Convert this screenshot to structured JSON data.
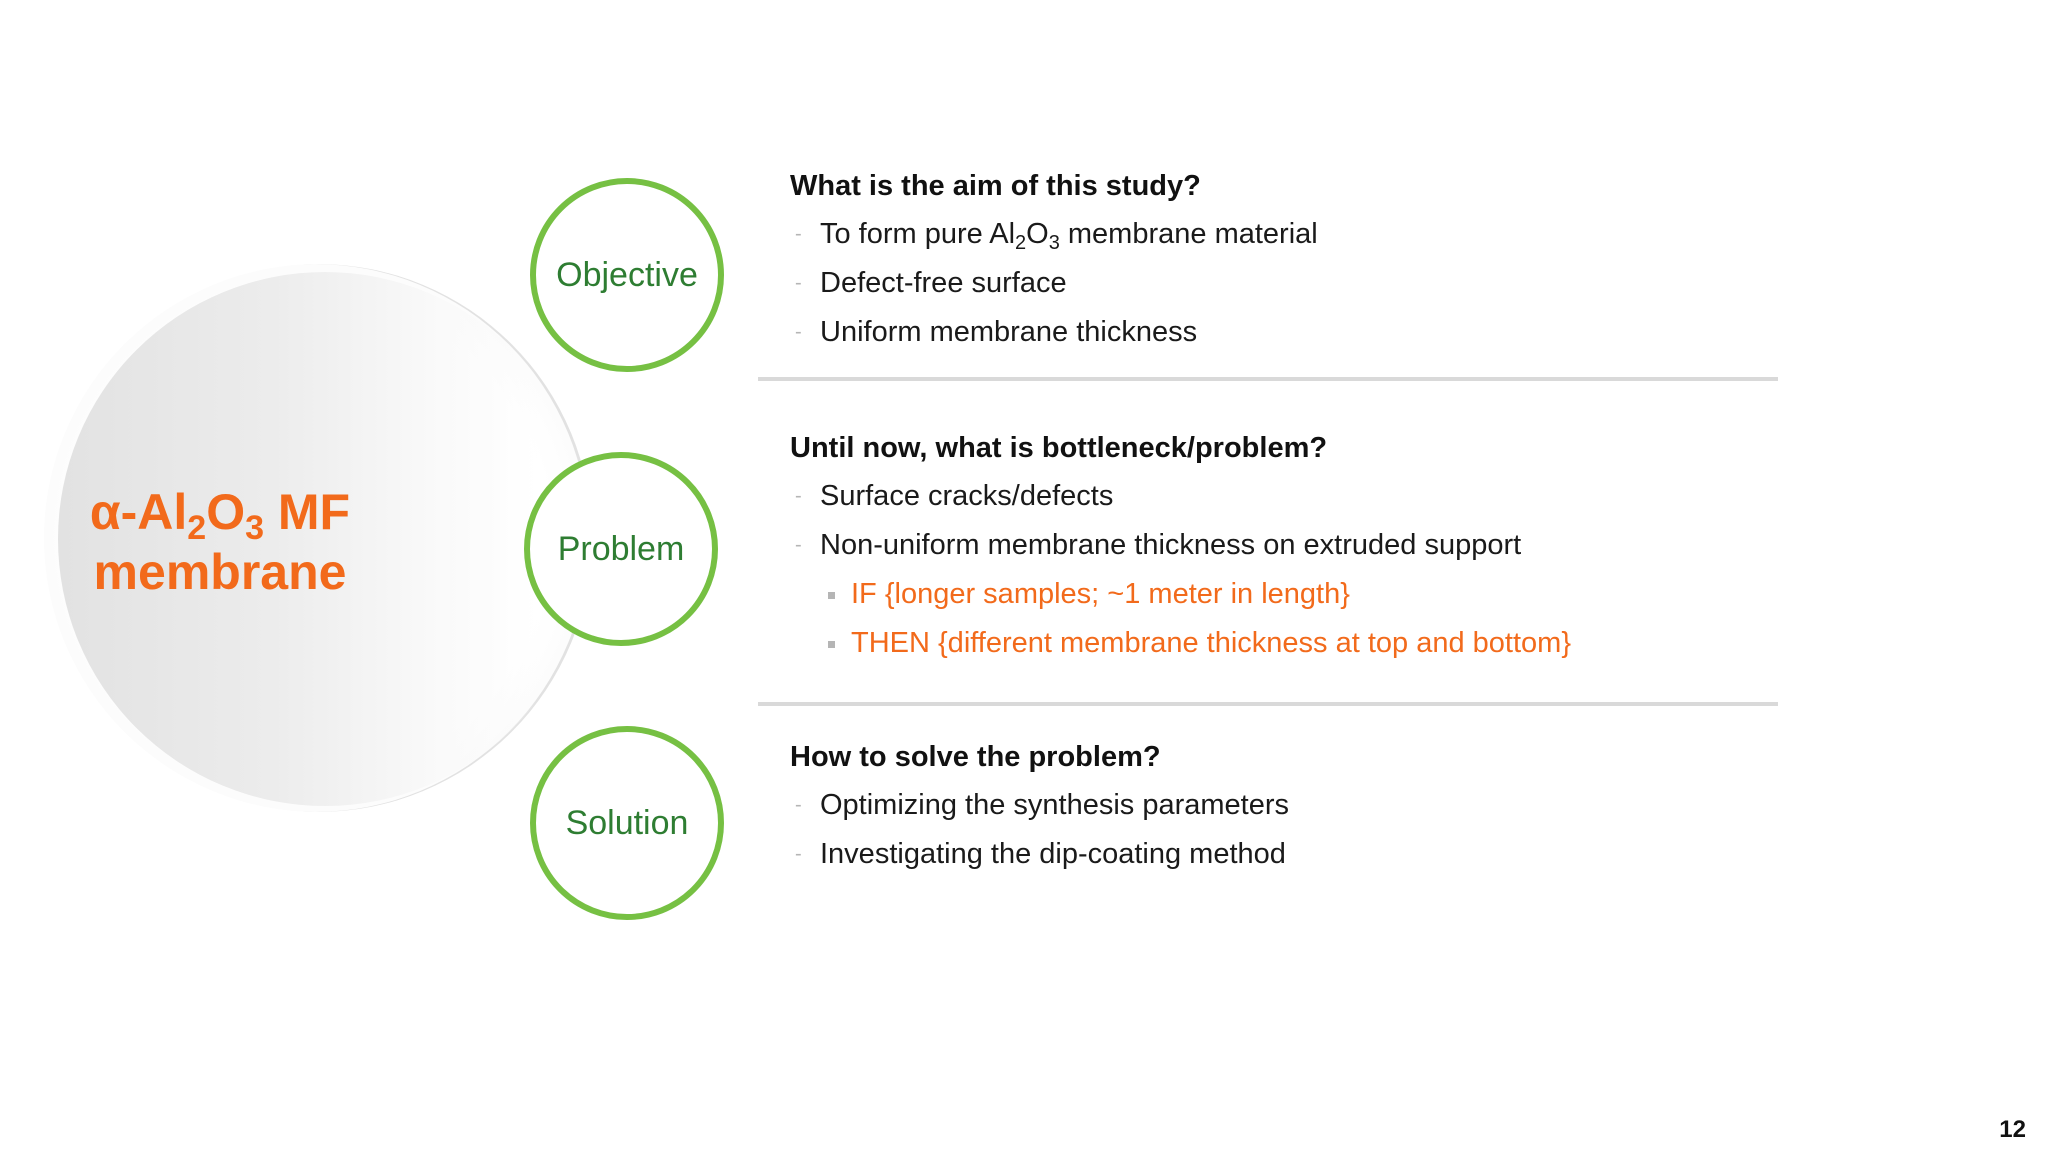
{
  "main_title": {
    "prefix": "α-Al",
    "sub1": "2",
    "mid": "O",
    "sub2": "3",
    "suffix": " MF",
    "line2": "membrane"
  },
  "circles": {
    "objective": "Objective",
    "problem": "Problem",
    "solution": "Solution"
  },
  "objective": {
    "title": "What is the aim of this study?",
    "item1": {
      "a": "To form pure Al",
      "s1": "2",
      "b": "O",
      "s2": "3",
      "c": " membrane material"
    },
    "item2": "Defect-free surface",
    "item3": "Uniform membrane thickness"
  },
  "problem": {
    "title": "Until now, what is bottleneck/problem?",
    "item1": "Surface cracks/defects",
    "item2": "Non-uniform membrane thickness on extruded support",
    "sub1": "IF {longer samples; ~1 meter in length}",
    "sub2": "THEN {different membrane thickness at top and bottom}"
  },
  "solution": {
    "title": "How to solve the problem?",
    "item1": "Optimizing the synthesis parameters",
    "item2": "Investigating the dip-coating method"
  },
  "bullet_dash": "-",
  "page_number": "12",
  "colors": {
    "accent_orange": "#f26a1b",
    "circle_green": "#76c043",
    "label_green": "#2e7d32"
  }
}
